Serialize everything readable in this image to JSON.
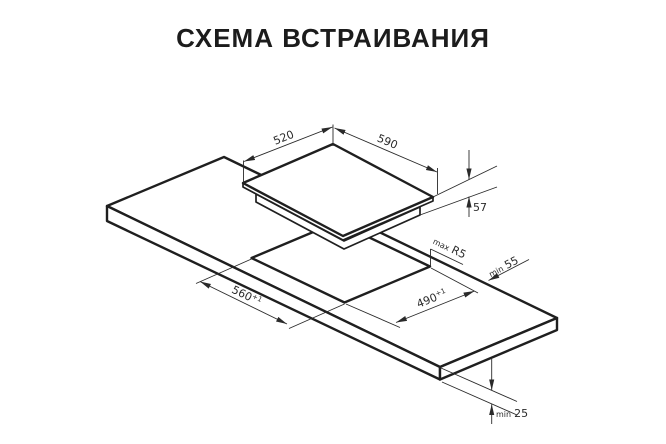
{
  "title": "СХЕМА ВСТРАИВАНИЯ",
  "dimensions": {
    "cooktop_depth": "520",
    "cooktop_width": "590",
    "cooktop_height": "57",
    "cutout_length": "560",
    "cutout_length_tol": "+1",
    "cutout_width": "490",
    "cutout_width_tol": "+1",
    "corner_radius_prefix": "max",
    "corner_radius_value": "R5",
    "rear_clearance_prefix": "min",
    "rear_clearance_value": "55",
    "counter_thickness_prefix": "min",
    "counter_thickness_value": "25"
  },
  "colors": {
    "background": "#ffffff",
    "line": "#1f1f1f",
    "text": "#1c1c1c"
  }
}
